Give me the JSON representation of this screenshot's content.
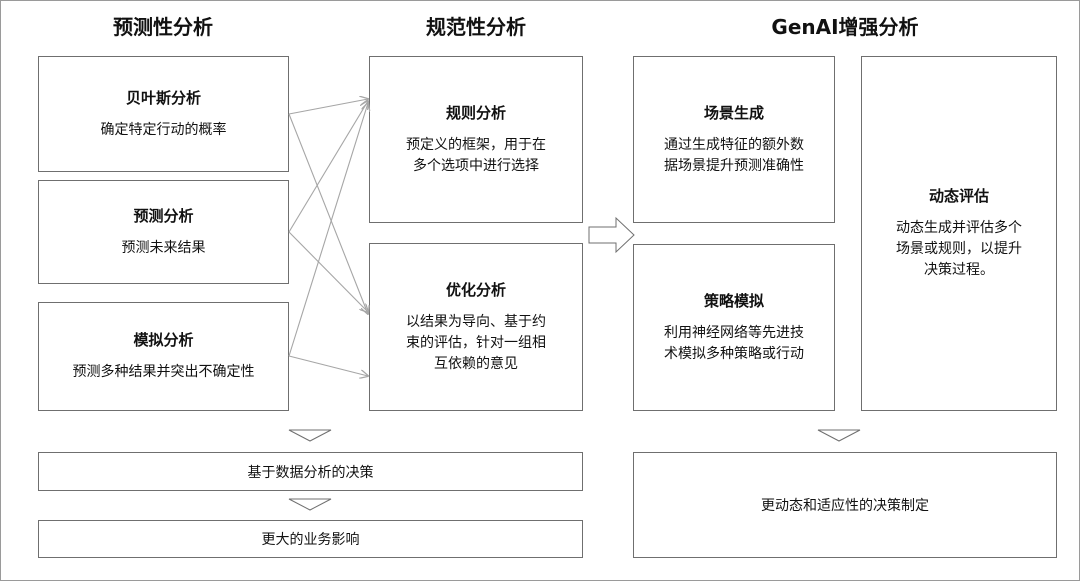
{
  "columns": {
    "predictive": "预测性分析",
    "prescriptive": "规范性分析",
    "genai": "GenAI增强分析"
  },
  "predictive_boxes": [
    {
      "title": "贝叶斯分析",
      "desc": "确定特定行动的概率"
    },
    {
      "title": "预测分析",
      "desc": "预测未来结果"
    },
    {
      "title": "模拟分析",
      "desc": "预测多种结果并突出不确定性"
    }
  ],
  "prescriptive_boxes": [
    {
      "title": "规则分析",
      "desc_lines": [
        "预定义的框架，用于在",
        "多个选项中进行选择"
      ]
    },
    {
      "title": "优化分析",
      "desc_lines": [
        "以结果为导向、基于约",
        "束的评估，针对一组相",
        "互依赖的意见"
      ]
    }
  ],
  "genai_boxes": [
    {
      "title": "场景生成",
      "desc_lines": [
        "通过生成特征的额外数",
        "据场景提升预测准确性"
      ]
    },
    {
      "title": "策略模拟",
      "desc_lines": [
        "利用神经网络等先进技",
        "术模拟多种策略或行动"
      ]
    },
    {
      "title": "动态评估",
      "desc_lines": [
        "动态生成并评估多个",
        "场景或规则，以提升",
        "决策过程。"
      ]
    }
  ],
  "outcomes": {
    "decision": "基于数据分析的决策",
    "impact": "更大的业务影响",
    "genai_decision": "更动态和适应性的决策制定"
  },
  "colors": {
    "border": "#6f6f6f",
    "connector": "#a6a6a6",
    "text": "#111111"
  }
}
